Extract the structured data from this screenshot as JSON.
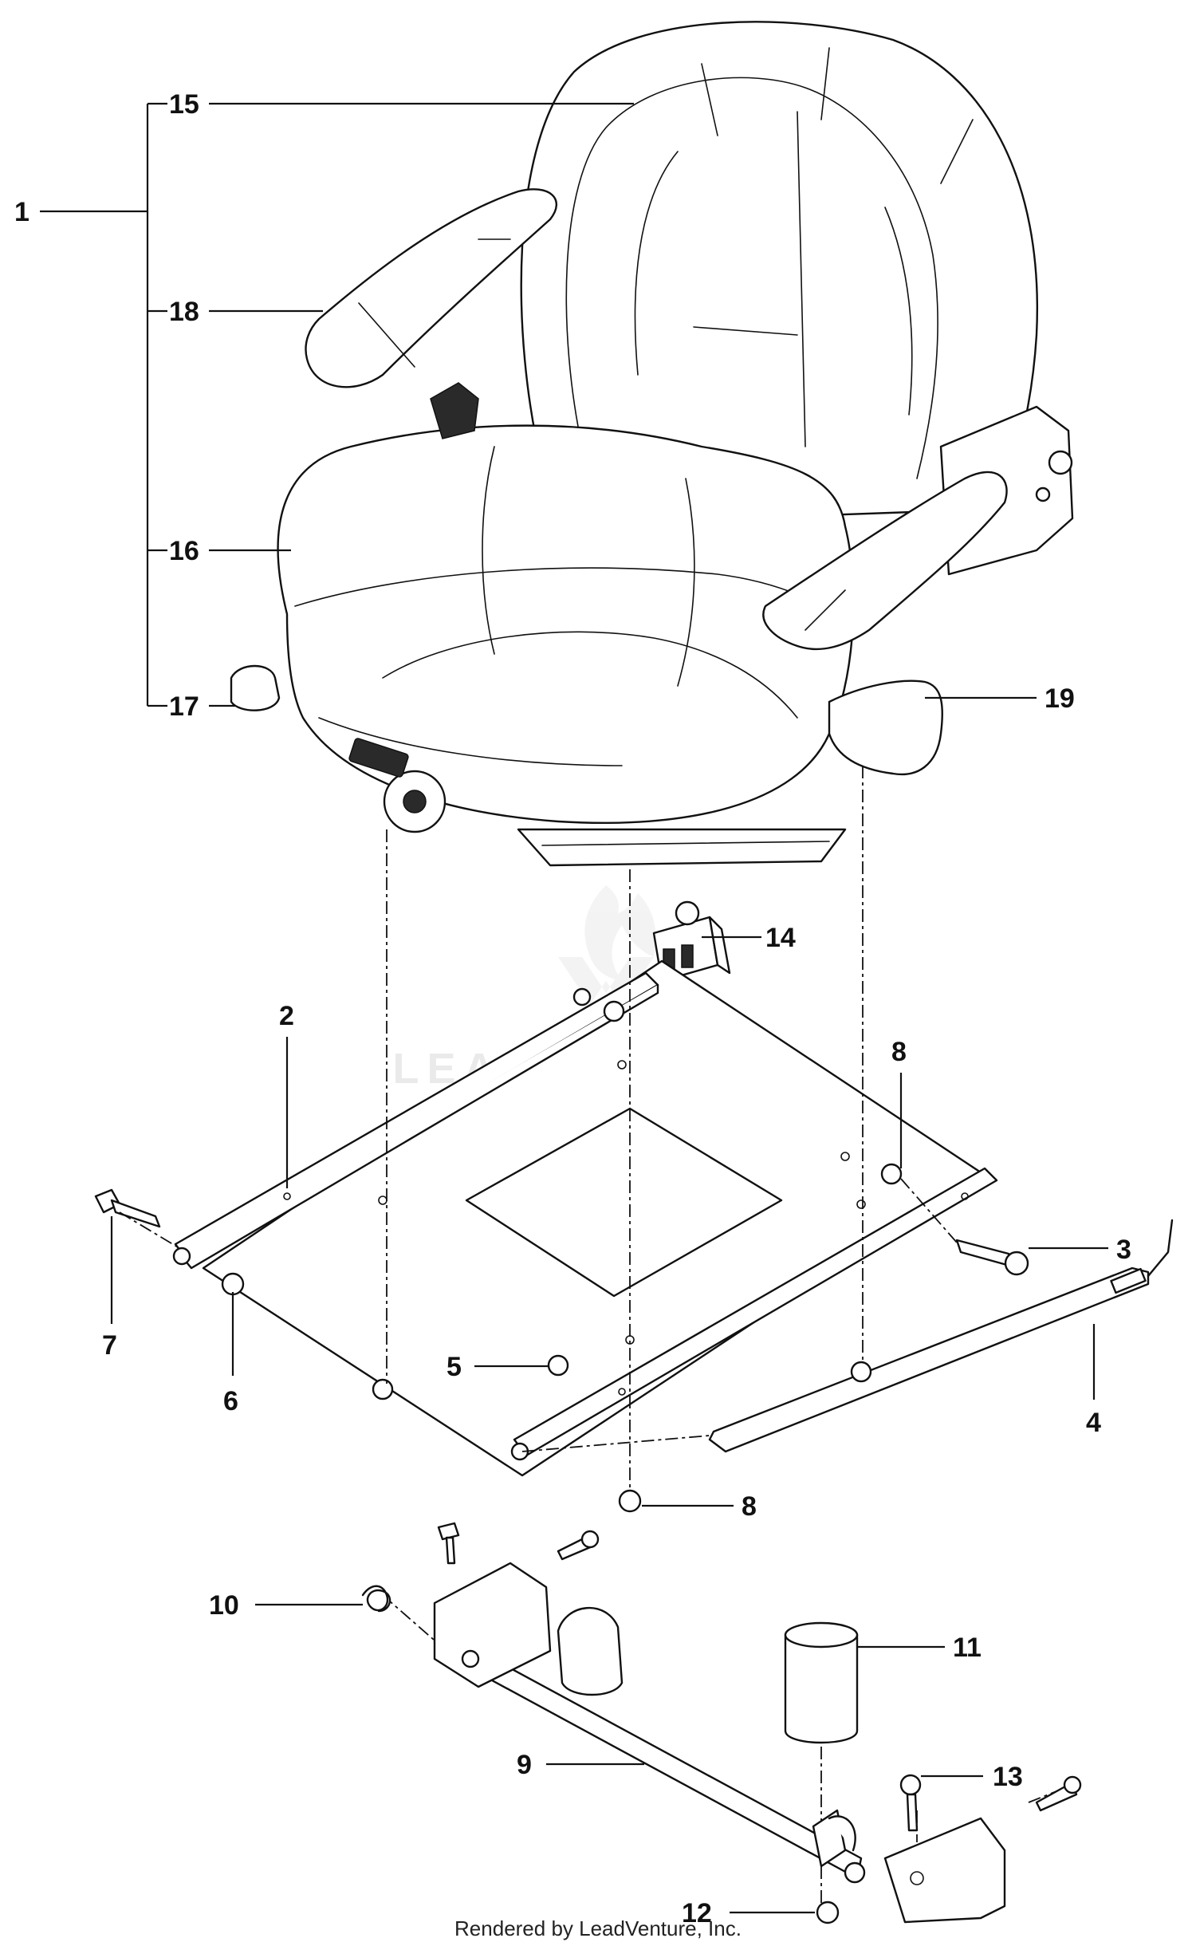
{
  "diagram": {
    "watermark": "LEADVENTURE",
    "credit": "Rendered by LeadVenture, Inc.",
    "callouts": [
      {
        "id": "1",
        "label": "1"
      },
      {
        "id": "15",
        "label": "15"
      },
      {
        "id": "18",
        "label": "18"
      },
      {
        "id": "16",
        "label": "16"
      },
      {
        "id": "17",
        "label": "17"
      },
      {
        "id": "19",
        "label": "19"
      },
      {
        "id": "14",
        "label": "14"
      },
      {
        "id": "2",
        "label": "2"
      },
      {
        "id": "8a",
        "label": "8"
      },
      {
        "id": "3",
        "label": "3"
      },
      {
        "id": "7",
        "label": "7"
      },
      {
        "id": "6",
        "label": "6"
      },
      {
        "id": "5",
        "label": "5"
      },
      {
        "id": "4",
        "label": "4"
      },
      {
        "id": "8b",
        "label": "8"
      },
      {
        "id": "10",
        "label": "10"
      },
      {
        "id": "11",
        "label": "11"
      },
      {
        "id": "9",
        "label": "9"
      },
      {
        "id": "13",
        "label": "13"
      },
      {
        "id": "12",
        "label": "12"
      }
    ]
  }
}
